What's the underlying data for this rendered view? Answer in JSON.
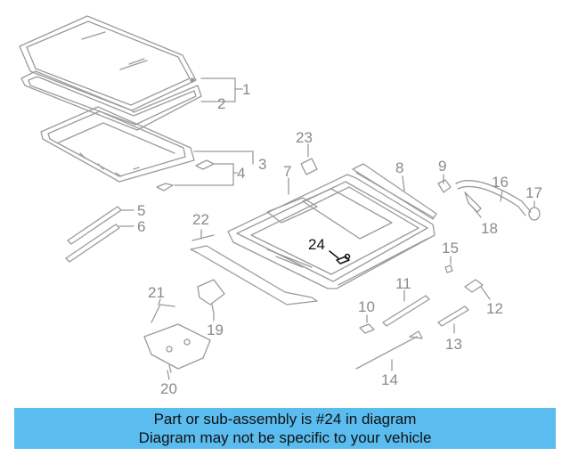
{
  "diagram": {
    "callouts": [
      {
        "id": "1",
        "label": "1"
      },
      {
        "id": "2",
        "label": "2"
      },
      {
        "id": "3",
        "label": "3"
      },
      {
        "id": "4",
        "label": "4"
      },
      {
        "id": "5",
        "label": "5"
      },
      {
        "id": "6",
        "label": "6"
      },
      {
        "id": "7",
        "label": "7"
      },
      {
        "id": "8",
        "label": "8"
      },
      {
        "id": "9",
        "label": "9"
      },
      {
        "id": "10",
        "label": "10"
      },
      {
        "id": "11",
        "label": "11"
      },
      {
        "id": "12",
        "label": "12"
      },
      {
        "id": "13",
        "label": "13"
      },
      {
        "id": "14",
        "label": "14"
      },
      {
        "id": "15",
        "label": "15"
      },
      {
        "id": "16",
        "label": "16"
      },
      {
        "id": "17",
        "label": "17"
      },
      {
        "id": "18",
        "label": "18"
      },
      {
        "id": "19",
        "label": "19"
      },
      {
        "id": "20",
        "label": "20"
      },
      {
        "id": "21",
        "label": "21"
      },
      {
        "id": "22",
        "label": "22"
      },
      {
        "id": "23",
        "label": "23"
      },
      {
        "id": "24",
        "label": "24",
        "highlighted": true
      }
    ],
    "colors": {
      "line": "#9a9a9a",
      "highlight": "#111111",
      "banner": "#5bbcf0"
    }
  },
  "banner": {
    "line1": "Part or sub-assembly is #24 in diagram",
    "line2": "Diagram may not be specific to your vehicle"
  }
}
